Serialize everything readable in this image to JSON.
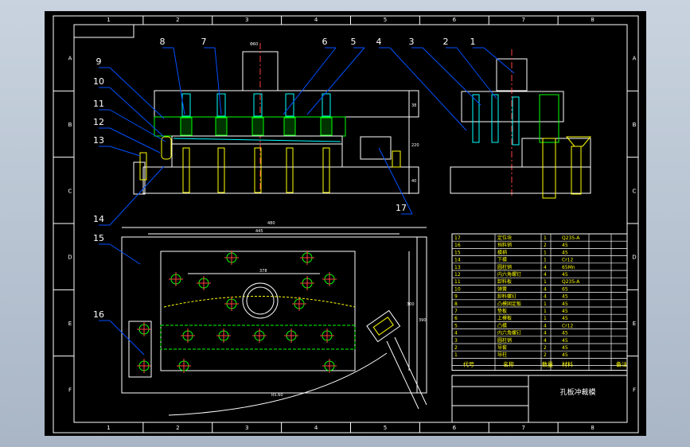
{
  "drawing": {
    "title": "孔板冲裁模",
    "zone_columns": [
      "1",
      "2",
      "3",
      "4",
      "5",
      "6",
      "7",
      "8"
    ],
    "zone_rows": [
      "A",
      "B",
      "C",
      "D",
      "E",
      "F"
    ],
    "part_callouts": [
      "1",
      "2",
      "3",
      "4",
      "5",
      "6",
      "7",
      "8",
      "9",
      "10",
      "11",
      "12",
      "13",
      "14",
      "15",
      "16",
      "17"
    ],
    "dimensions": {
      "overall_width": "480",
      "inner_width": "445",
      "die_width": "378",
      "right_height_1": "390",
      "right_height_2": "300",
      "stack_h1": "38",
      "stack_h2": "220",
      "stack_h3": "40",
      "shank": "Φ60",
      "arc_radius": "R5.60"
    },
    "bom": {
      "rows": [
        {
          "no": "17",
          "name": "定位块",
          "qty": "1",
          "mat": "Q235-A"
        },
        {
          "no": "16",
          "name": "挡料销",
          "qty": "2",
          "mat": "45"
        },
        {
          "no": "15",
          "name": "模柄",
          "qty": "1",
          "mat": "45"
        },
        {
          "no": "14",
          "name": "下模",
          "qty": "1",
          "mat": "Cr12"
        },
        {
          "no": "13",
          "name": "圆柱销",
          "qty": "4",
          "mat": "65Mn"
        },
        {
          "no": "12",
          "name": "内六角螺钉",
          "qty": "4",
          "mat": "45"
        },
        {
          "no": "11",
          "name": "卸料板",
          "qty": "1",
          "mat": "Q235-A"
        },
        {
          "no": "10",
          "name": "弹簧",
          "qty": "4",
          "mat": "65"
        },
        {
          "no": "9",
          "name": "卸料螺钉",
          "qty": "4",
          "mat": "45"
        },
        {
          "no": "8",
          "name": "凸模固定板",
          "qty": "1",
          "mat": "45"
        },
        {
          "no": "7",
          "name": "垫板",
          "qty": "1",
          "mat": "45"
        },
        {
          "no": "6",
          "name": "上模板",
          "qty": "1",
          "mat": "45"
        },
        {
          "no": "5",
          "name": "凸模",
          "qty": "4",
          "mat": "Cr12"
        },
        {
          "no": "4",
          "name": "内六角螺钉",
          "qty": "4",
          "mat": "45"
        },
        {
          "no": "3",
          "name": "圆柱销",
          "qty": "4",
          "mat": "45"
        },
        {
          "no": "2",
          "name": "导套",
          "qty": "2",
          "mat": "45"
        },
        {
          "no": "1",
          "name": "导柱",
          "qty": "2",
          "mat": "45"
        }
      ],
      "header": {
        "no": "代号",
        "name": "名称",
        "qty": "数量",
        "mat": "材料",
        "note": "备注"
      }
    }
  }
}
